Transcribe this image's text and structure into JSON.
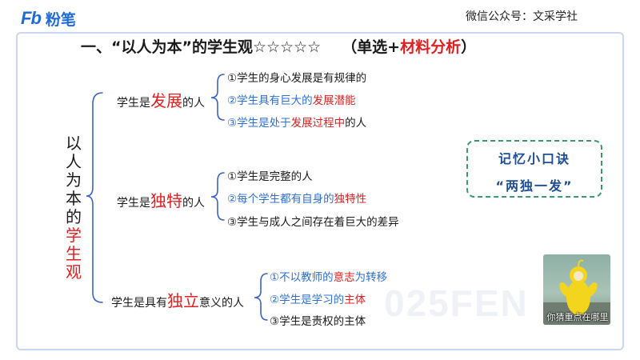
{
  "header": {
    "logo_fb": "Fb",
    "logo_cn": "粉笔",
    "publisher": "微信公众号：文采学社"
  },
  "title": {
    "prefix": "一、“以人为本”的学生观☆☆☆☆☆",
    "type_open": "（单选+",
    "type_highlight": "材料分析",
    "type_close": "）"
  },
  "root": {
    "label_black": "以人为本的",
    "label_red": "学生观"
  },
  "branches": [
    {
      "pre": "学生是",
      "key": "发展",
      "post": "的人",
      "items": [
        [
          {
            "t": "①学生的身心发展是有规律的",
            "c": ""
          }
        ],
        [
          {
            "t": "②学生具有巨大的",
            "c": "blue"
          },
          {
            "t": "发展潜能",
            "c": "red"
          }
        ],
        [
          {
            "t": "③学生是处于",
            "c": "blue"
          },
          {
            "t": "发展过程中",
            "c": "red"
          },
          {
            "t": "的人",
            "c": ""
          }
        ]
      ]
    },
    {
      "pre": "学生是",
      "key": "独特",
      "post": "的人",
      "items": [
        [
          {
            "t": "①学生是完整的人",
            "c": ""
          }
        ],
        [
          {
            "t": "②每个学生都有自身的",
            "c": "blue"
          },
          {
            "t": "独特性",
            "c": "red"
          }
        ],
        [
          {
            "t": "③学生与成人之间存在着巨大的差异",
            "c": ""
          }
        ]
      ]
    },
    {
      "pre": "学生是具有",
      "key": "独立",
      "post": "意义的人",
      "items": [
        [
          {
            "t": "①不以教师的",
            "c": "blue"
          },
          {
            "t": "意志",
            "c": "red"
          },
          {
            "t": "为转移",
            "c": "blue"
          }
        ],
        [
          {
            "t": "②学生是学习的",
            "c": "blue"
          },
          {
            "t": "主体",
            "c": "red"
          }
        ],
        [
          {
            "t": "③学生是责权的主体",
            "c": ""
          }
        ]
      ]
    }
  ],
  "memory_box": {
    "line1": "记忆小口诀",
    "line2": "“两独一发”"
  },
  "watermark": "025FEN",
  "sticker": {
    "caption": "你猜重点在哪里"
  },
  "colors": {
    "accent_red": "#e02020",
    "accent_blue": "#2e6fd6",
    "brand_blue": "#1f6bd8",
    "brace_blue": "#3b63c4",
    "memory_border": "#3a9a6a"
  }
}
